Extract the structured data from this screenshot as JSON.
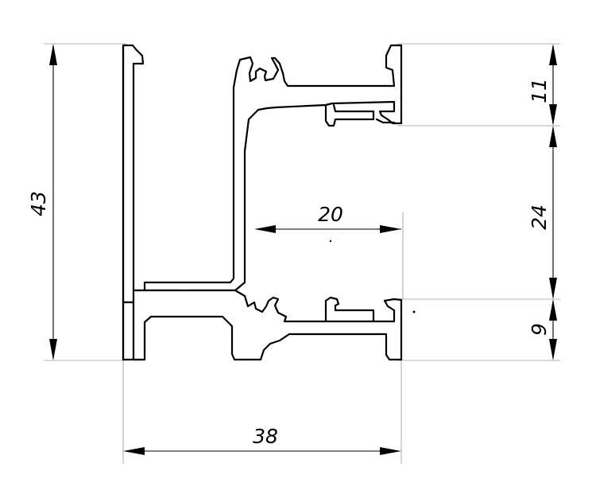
{
  "drawing": {
    "dimensions": {
      "total_height": "43",
      "top_flange_height": "11",
      "opening_height": "24",
      "bottom_flange_height": "9",
      "opening_width": "20",
      "total_width": "38"
    }
  }
}
